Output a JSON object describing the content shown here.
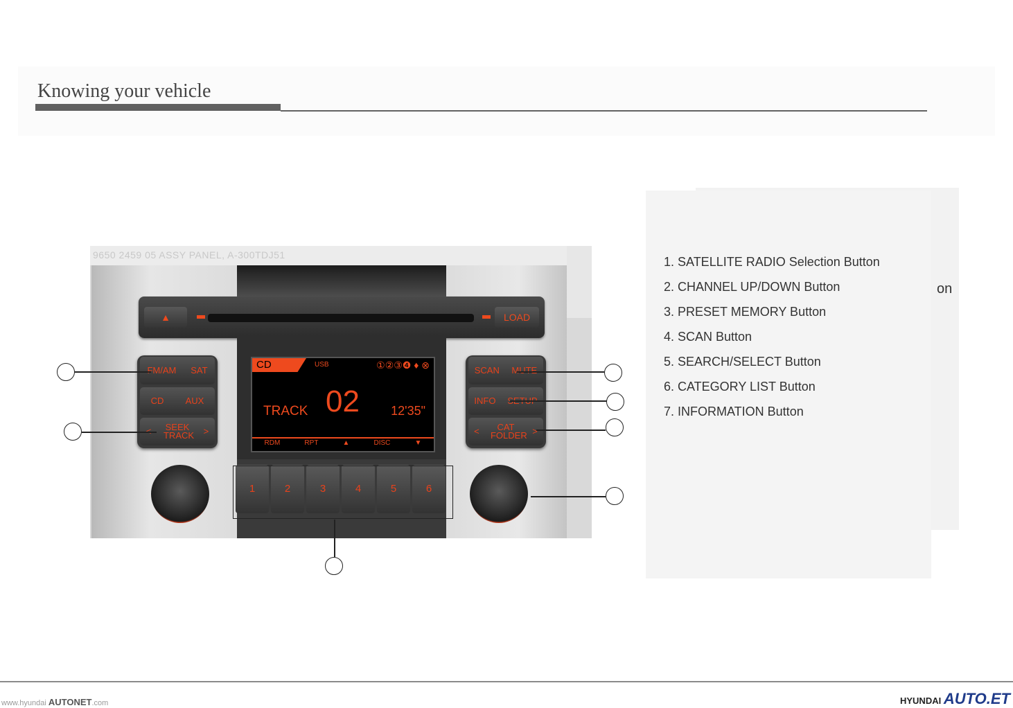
{
  "header": {
    "title": "Knowing your vehicle"
  },
  "figure": {
    "caption": "9650 2459 05  ASSY PANEL, A-300TDJ51",
    "eject_label": "▲",
    "load_label": "LOAD",
    "left_buttons": [
      [
        "FM/AM",
        "SAT"
      ],
      [
        "CD",
        "AUX"
      ],
      [
        "<",
        "SEEK TRACK",
        ">"
      ]
    ],
    "right_buttons": [
      [
        "SCAN",
        "MUTE"
      ],
      [
        "INFO",
        "SETUP"
      ],
      [
        "<",
        "CAT FOLDER",
        ">"
      ]
    ],
    "display": {
      "source": "CD",
      "usb": "USB",
      "icons": "①②③❹ ♦ ⊗",
      "label": "TRACK",
      "number": "02",
      "time": "12'35\"",
      "bottom": [
        "RDM",
        "RPT",
        "▲",
        "DISC",
        "▼"
      ]
    },
    "presets": [
      "1",
      "2",
      "3",
      "4",
      "5",
      "6"
    ]
  },
  "legend": {
    "items": [
      "1. SATELLITE RADIO Selection Button",
      "2. CHANNEL UP/DOWN Button",
      "3. PRESET MEMORY Button",
      "4. SCAN Button",
      "5. SEARCH/SELECT Button",
      "6. CATEGORY LIST Button",
      "7. INFORMATION Button"
    ],
    "overflow": "on"
  },
  "footer": {
    "left_prefix": "www.hyundai",
    "left_brand": "AUTONET",
    "left_suffix": ".com",
    "right_brand": "HYUNDAI",
    "right_logo": "AUTO.ET"
  }
}
